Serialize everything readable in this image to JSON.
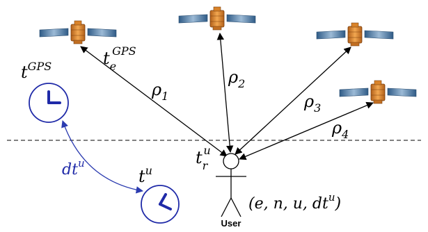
{
  "colors": {
    "ray": "#000000",
    "clock_blue": "#1f2aa8",
    "sync_arrow": "#2c3cb0",
    "dashed_horizon": "#000000",
    "satellite_panel": "#3f6f9a",
    "satellite_body": "#d9832a"
  },
  "labels": {
    "sat_time": {
      "base": "t",
      "sub": "e",
      "sup": "GPS"
    },
    "gps_clock": {
      "base": "t",
      "sup": "GPS"
    },
    "receiver_clock": {
      "base": "t",
      "sup": "u"
    },
    "clock_offset": {
      "base": "dt",
      "sup": "u"
    },
    "receive_time": {
      "base": "t",
      "sub": "r",
      "sup": "u"
    },
    "state": {
      "prefix": "(e, n, u, dt",
      "sup": "u",
      "suffix": ")"
    },
    "user": "User",
    "rho1": {
      "base": "ρ",
      "sub": "1"
    },
    "rho2": {
      "base": "ρ",
      "sub": "2"
    },
    "rho3": {
      "base": "ρ",
      "sub": "3"
    },
    "rho4": {
      "base": "ρ",
      "sub": "4"
    }
  },
  "icons": {
    "satellite": "satellite-icon",
    "clock": "clock-icon",
    "user": "stick-figure-icon"
  }
}
